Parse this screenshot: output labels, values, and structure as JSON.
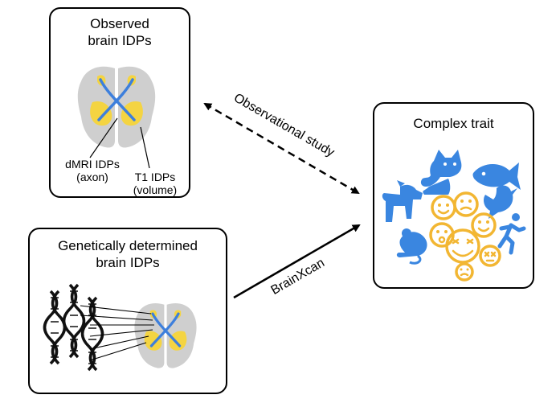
{
  "observed": {
    "title": "Observed\nbrain IDPs",
    "dmri_label": "dMRI IDPs",
    "dmri_sub": "(axon)",
    "t1_label": "T1 IDPs",
    "t1_sub": "(volume)"
  },
  "genetic": {
    "title": "Genetically determined\nbrain IDPs"
  },
  "trait": {
    "title": "Complex trait"
  },
  "arrows": {
    "observational": "Observational study",
    "brainxcan": "BrainXcan"
  },
  "colors": {
    "brain_gray": "#cfcfcf",
    "tract_blue": "#3d7fdc",
    "volume_yellow": "#f4d442",
    "emoji_orange": "#f2b632",
    "animal_blue": "#3a86e0"
  },
  "icons": [
    "brain-icon",
    "dna-helix-icon",
    "cat-icon",
    "fish-icon",
    "dog-icon",
    "bird-icon",
    "mouse-icon",
    "runner-icon",
    "emoji-faces-icon"
  ]
}
